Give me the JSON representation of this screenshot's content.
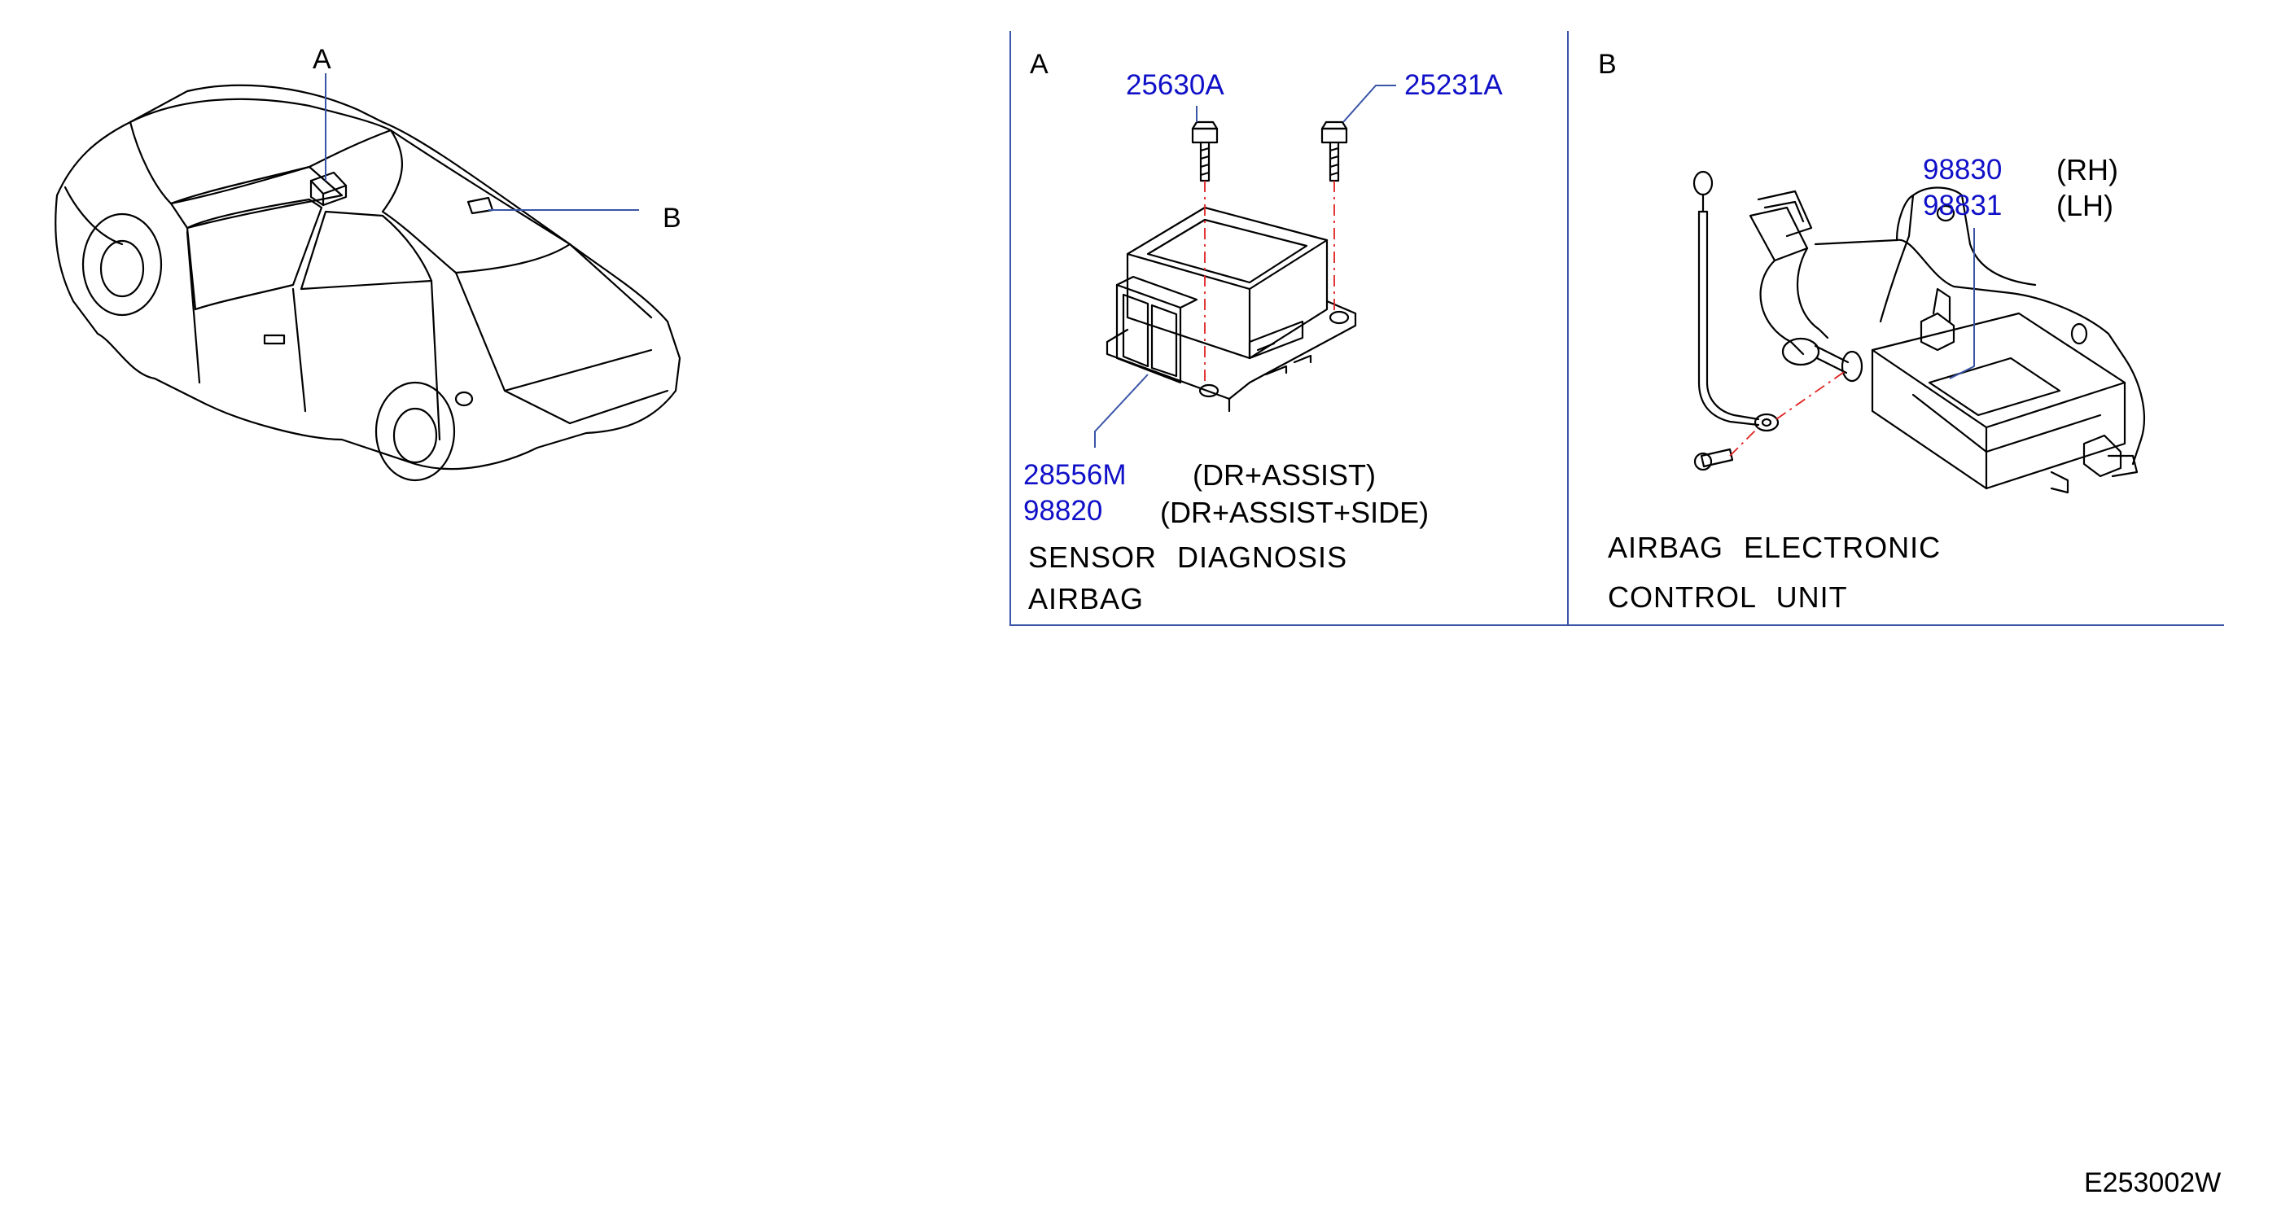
{
  "diagram_code": "E253002W",
  "car_view": {
    "callout_a": "A",
    "callout_b": "B"
  },
  "panel_a": {
    "letter": "A",
    "bolt_left_part": "25630A",
    "bolt_right_part": "25231A",
    "unit_part_1": "28556M",
    "unit_part_1_note": "(DR+ASSIST)",
    "unit_part_2": "98820",
    "unit_part_2_note": "(DR+ASSIST+SIDE)",
    "caption_line_1": "SENSOR  DIAGNOSIS",
    "caption_line_2": "AIRBAG"
  },
  "panel_b": {
    "letter": "B",
    "part_rh": "98830",
    "part_rh_note": "(RH)",
    "part_lh": "98831",
    "part_lh_note": "(LH)",
    "caption_line_1": "AIRBAG  ELECTRONIC",
    "caption_line_2": "CONTROL  UNIT"
  },
  "colors": {
    "part_number": "#1010c8",
    "leader_line": "#3a55a8",
    "centerline": "#e02020",
    "drawing": "#000000"
  }
}
